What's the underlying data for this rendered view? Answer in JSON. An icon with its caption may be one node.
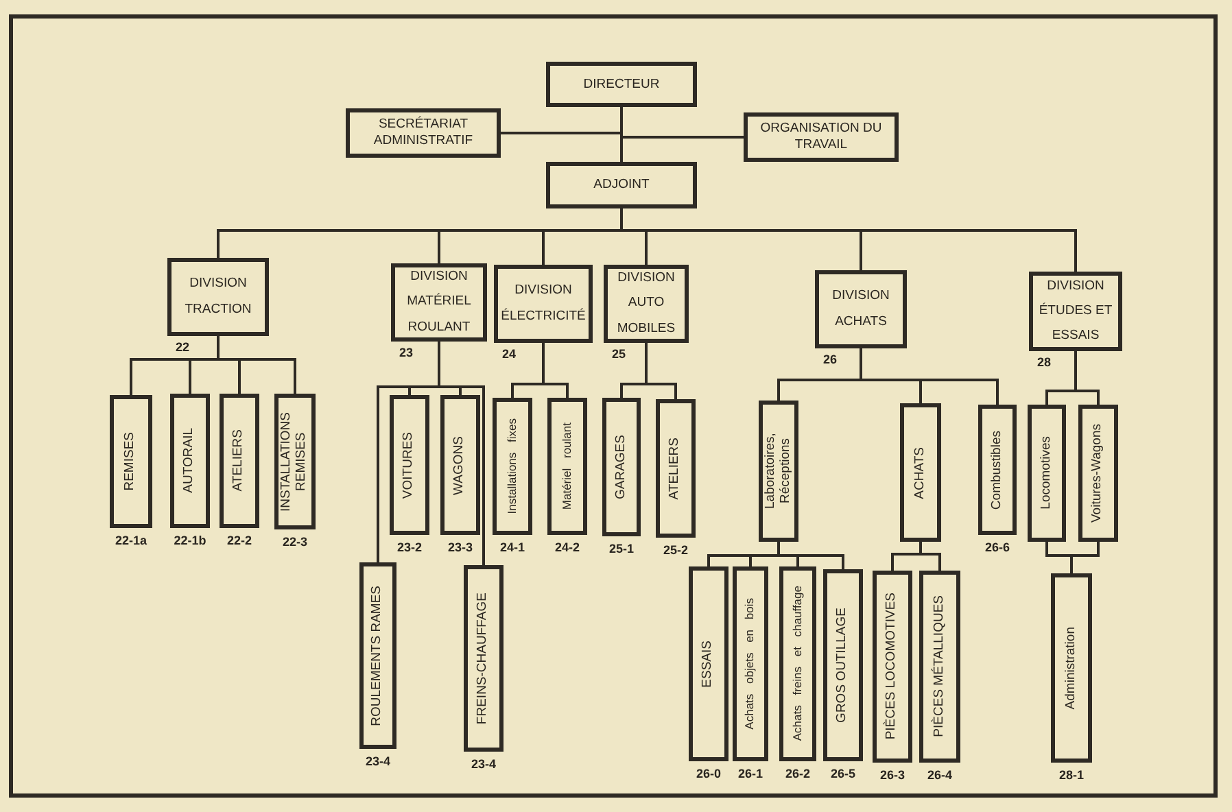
{
  "diagram": {
    "nodes": [
      {
        "text": [
          "DIRECTEUR"
        ]
      },
      {
        "text": [
          "SECRÉTARIAT ADMINISTRATIF"
        ]
      },
      {
        "text": [
          "ORGANISATION DU TRAVAIL"
        ]
      },
      {
        "text": [
          "ADJOINT"
        ]
      },
      {
        "text": [
          "DIVISION TRACTION"
        ],
        "beside": [
          "22"
        ]
      },
      {
        "text": [
          "DIVISION MATÉRIEL ROULANT"
        ],
        "beside": [
          "23"
        ]
      },
      {
        "text": [
          "DIVISION ÉLECTRICITÉ"
        ],
        "beside": [
          "24"
        ]
      },
      {
        "text": [
          "DIVISION AUTO MOBILES"
        ],
        "beside": [
          "25"
        ]
      },
      {
        "text": [
          "DIVISION ACHATS"
        ],
        "beside": [
          "26"
        ]
      },
      {
        "text": [
          "DIVISION ÉTUDES ET ESSAIS"
        ],
        "beside": [
          "28"
        ]
      },
      {
        "text": [
          "REMISES"
        ],
        "beside": [
          "22-1a"
        ]
      },
      {
        "text": [
          "AUTORAIL"
        ],
        "beside": [
          "22-1b"
        ]
      },
      {
        "text": [
          "ATELIERS"
        ],
        "beside": [
          "22-2"
        ]
      },
      {
        "text": [
          "INSTALLATIONS REMISES"
        ],
        "beside": [
          "22-3"
        ]
      },
      {
        "text": [
          "ROULEMENTS RAMES"
        ],
        "beside": [
          "23-4"
        ]
      },
      {
        "text": [
          "VOITURES"
        ],
        "beside": [
          "23-2"
        ]
      },
      {
        "text": [
          "WAGONS"
        ],
        "beside": [
          "23-3"
        ]
      },
      {
        "text": [
          "FREINS-CHAUFFAGE"
        ],
        "beside": [
          "23-4"
        ]
      },
      {
        "text": [
          "Installations fixes"
        ],
        "beside": [
          "24-1"
        ]
      },
      {
        "text": [
          "Matériel roulant"
        ],
        "beside": [
          "24-2"
        ]
      },
      {
        "text": [
          "GARAGES"
        ],
        "beside": [
          "25-1"
        ]
      },
      {
        "text": [
          "ATELIERS"
        ],
        "beside": [
          "25-2"
        ]
      },
      {
        "text": [
          "Laboratoires, Réceptions"
        ]
      },
      {
        "text": [
          "ACHATS"
        ]
      },
      {
        "text": [
          "Combustibles"
        ],
        "beside": [
          "26-6"
        ]
      },
      {
        "text": [
          "ESSAIS"
        ],
        "beside": [
          "26-0"
        ]
      },
      {
        "text": [
          "Achats objets en bois"
        ],
        "beside": [
          "26-1"
        ]
      },
      {
        "text": [
          "Achats freins et chauffage"
        ],
        "beside": [
          "26-2"
        ]
      },
      {
        "text": [
          "GROS OUTILLAGE"
        ],
        "beside": [
          "26-5"
        ]
      },
      {
        "text": [
          "PIÈCES LOCOMOTIVES"
        ],
        "beside": [
          "26-3"
        ]
      },
      {
        "text": [
          "PIÈCES MÉTALLIQUES"
        ],
        "beside": [
          "26-4"
        ]
      },
      {
        "text": [
          "Locomotives"
        ]
      },
      {
        "text": [
          "Voitures-Wagons"
        ]
      },
      {
        "text": [
          "Administration"
        ],
        "beside": [
          "28-1"
        ]
      }
    ],
    "edges": [
      {
        "from": 0,
        "to": 1,
        "arrow": "none"
      },
      {
        "from": 0,
        "to": 2,
        "arrow": "none"
      },
      {
        "from": 0,
        "to": 3,
        "arrow": "none"
      },
      {
        "from": 3,
        "to": 4,
        "arrow": "none"
      },
      {
        "from": 3,
        "to": 5,
        "arrow": "none"
      },
      {
        "from": 3,
        "to": 6,
        "arrow": "none"
      },
      {
        "from": 3,
        "to": 7,
        "arrow": "none"
      },
      {
        "from": 3,
        "to": 8,
        "arrow": "none"
      },
      {
        "from": 3,
        "to": 9,
        "arrow": "none"
      },
      {
        "from": 4,
        "to": 10,
        "arrow": "none"
      },
      {
        "from": 4,
        "to": 11,
        "arrow": "none"
      },
      {
        "from": 4,
        "to": 12,
        "arrow": "none"
      },
      {
        "from": 4,
        "to": 13,
        "arrow": "none"
      },
      {
        "from": 5,
        "to": 14,
        "arrow": "none"
      },
      {
        "from": 5,
        "to": 15,
        "arrow": "none"
      },
      {
        "from": 5,
        "to": 16,
        "arrow": "none"
      },
      {
        "from": 5,
        "to": 17,
        "arrow": "none"
      },
      {
        "from": 6,
        "to": 18,
        "arrow": "none"
      },
      {
        "from": 6,
        "to": 19,
        "arrow": "none"
      },
      {
        "from": 7,
        "to": 20,
        "arrow": "none"
      },
      {
        "from": 7,
        "to": 21,
        "arrow": "none"
      },
      {
        "from": 8,
        "to": 22,
        "arrow": "none"
      },
      {
        "from": 8,
        "to": 23,
        "arrow": "none"
      },
      {
        "from": 8,
        "to": 24,
        "arrow": "none"
      },
      {
        "from": 22,
        "to": 25,
        "arrow": "none"
      },
      {
        "from": 22,
        "to": 26,
        "arrow": "none"
      },
      {
        "from": 22,
        "to": 27,
        "arrow": "none"
      },
      {
        "from": 22,
        "to": 28,
        "arrow": "none"
      },
      {
        "from": 23,
        "to": 29,
        "arrow": "none"
      },
      {
        "from": 23,
        "to": 30,
        "arrow": "none"
      },
      {
        "from": 9,
        "to": 31,
        "arrow": "none"
      },
      {
        "from": 9,
        "to": 32,
        "arrow": "none"
      },
      {
        "from": 31,
        "to": 33,
        "arrow": "none"
      },
      {
        "from": 32,
        "to": 33,
        "arrow": "none"
      }
    ]
  }
}
